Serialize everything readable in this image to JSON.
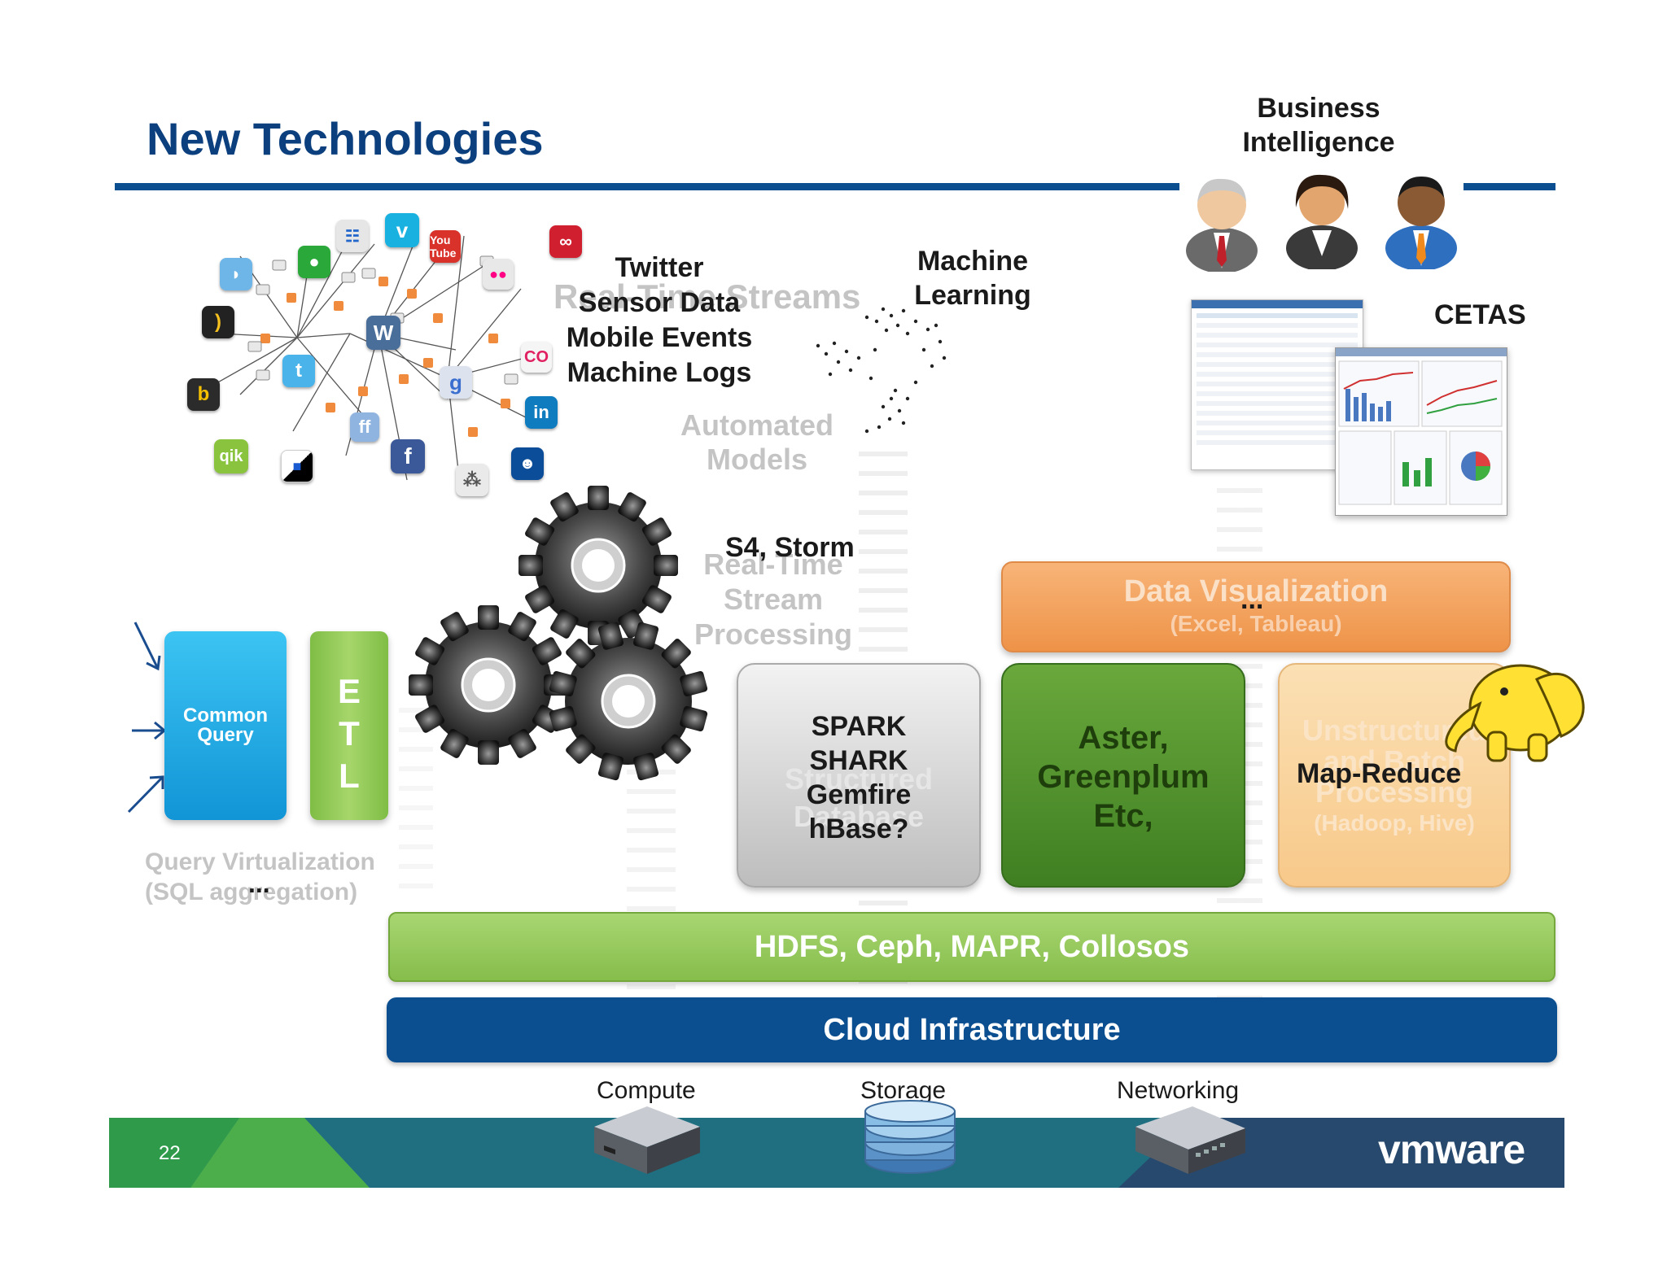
{
  "slide": {
    "title": "New Technologies",
    "page_number": "22",
    "logo": "vmware"
  },
  "sources": {
    "labels": [
      "Twitter",
      "Sensor Data",
      "Mobile Events",
      "Machine Logs"
    ],
    "ghost_label": "Real-Time Streams",
    "icons": [
      "delicious-icon",
      "vimeo-icon",
      "youtube-icon",
      "lastfm-icon",
      "skype-icon",
      "friendfeed-icon",
      "rss-icon",
      "wordpress-icon",
      "flickr-icon",
      "twitter-icon",
      "google-icon",
      "creative-commons-icon",
      "blogger-icon",
      "linkedin-icon",
      "friendfeed-icon",
      "myspace-icon",
      "qik-icon",
      "facebook-icon",
      "network-icon"
    ]
  },
  "ml": {
    "label": "Machine Learning",
    "ghost": "Automated Models"
  },
  "stream": {
    "label": "S4, Storm",
    "ghost_lines": [
      "Real-Time",
      "Stream",
      "Processing"
    ]
  },
  "query": {
    "box": "Common Query",
    "etl_letters": [
      "E",
      "T",
      "L"
    ],
    "ghost_lines": [
      "Query Virtualization",
      "(SQL aggregation)"
    ],
    "ellipsis": "..."
  },
  "bi": {
    "title_lines": [
      "Business",
      "Intelligence"
    ],
    "cetas": "CETAS"
  },
  "dataviz": {
    "title": "Data Visualization",
    "subtitle": "(Excel, Tableau)",
    "ellipsis": "..."
  },
  "stores": {
    "spark_lines": [
      "SPARK",
      "SHARK",
      "Gemfire",
      "hBase?"
    ],
    "spark_ghost_lines": [
      "Structured",
      "Database"
    ],
    "aster_lines": [
      "Aster,",
      "Greenplum",
      "Etc,"
    ],
    "hadoop_ghost_lines": [
      "Unstructured",
      "and Batch",
      "Processing",
      "(Hadoop, Hive)"
    ],
    "hadoop_label": "Map-Reduce"
  },
  "layers": {
    "storage": "HDFS, Ceph, MAPR, Collosos",
    "cloud": "Cloud Infrastructure"
  },
  "infra": {
    "compute": "Compute",
    "storage": "Storage",
    "networking": "Networking"
  },
  "colors": {
    "title_blue": "#0b3f7d",
    "cloud_blue": "#0b4f91",
    "hdfs_green": "#8cc14c",
    "aster_green": "#4a8f2a",
    "query_blue": "#1aa5e0",
    "dataviz_orange": "#f4a360",
    "footer_teal": "#1f6f80"
  }
}
